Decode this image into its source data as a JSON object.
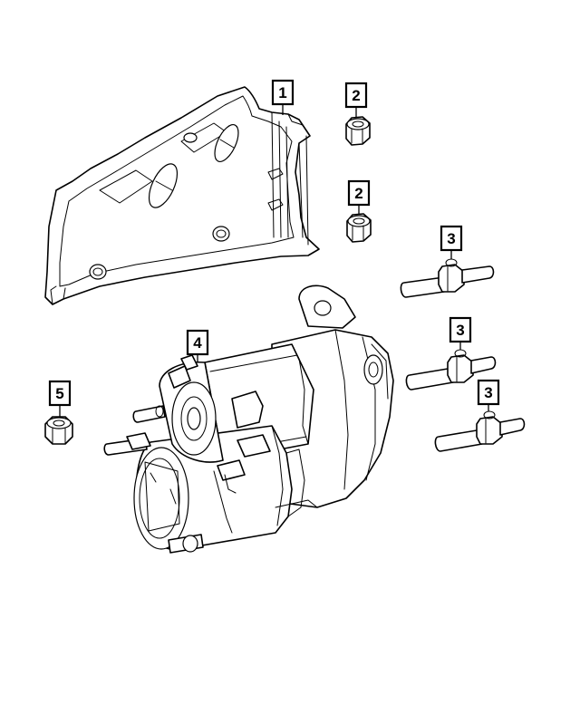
{
  "callouts": [
    {
      "id": "callout-1",
      "label": "1"
    },
    {
      "id": "callout-2a",
      "label": "2"
    },
    {
      "id": "callout-2b",
      "label": "2"
    },
    {
      "id": "callout-3a",
      "label": "3"
    },
    {
      "id": "callout-3b",
      "label": "3"
    },
    {
      "id": "callout-3c",
      "label": "3"
    },
    {
      "id": "callout-4",
      "label": "4"
    },
    {
      "id": "callout-5",
      "label": "5"
    }
  ]
}
